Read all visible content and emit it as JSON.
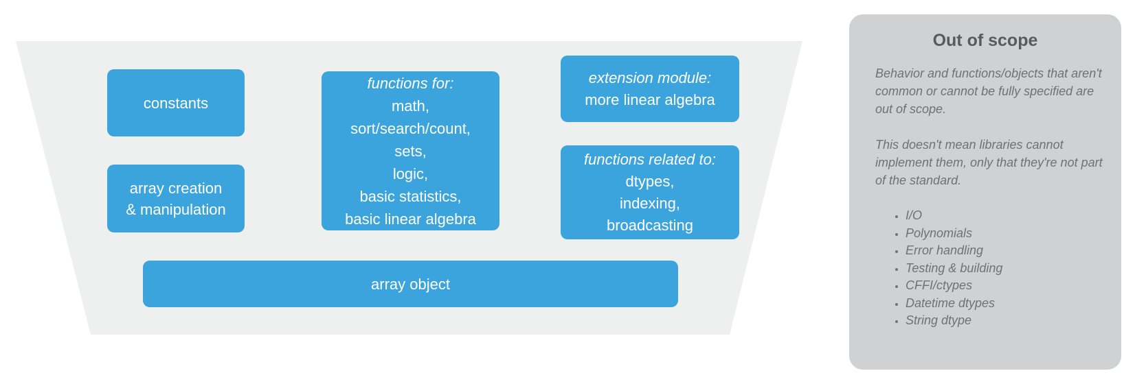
{
  "funnel": {
    "boxes": {
      "constants": {
        "label": "constants"
      },
      "array_creation": {
        "line1": "array creation",
        "line2": "& manipulation"
      },
      "functions_for": {
        "header": "functions for:",
        "items": [
          "math,",
          "sort/search/count,",
          "sets,",
          "logic,",
          "basic statistics,",
          "basic linear algebra"
        ]
      },
      "extension_module": {
        "header": "extension module:",
        "line": "more linear algebra"
      },
      "functions_related": {
        "header": "functions related to:",
        "items": [
          "dtypes,",
          "indexing,",
          "broadcasting"
        ]
      },
      "array_object": {
        "label": "array object"
      }
    }
  },
  "out_of_scope": {
    "title": "Out of scope",
    "paragraphs": [
      "Behavior and functions/objects that aren't common or cannot be fully specified are out of scope.",
      "This doesn't mean libraries cannot implement them, only that they're not part of the standard."
    ],
    "bullets": [
      "I/O",
      "Polynomials",
      "Error handling",
      "Testing & building",
      "CFFI/ctypes",
      "Datetime dtypes",
      "String dtype"
    ]
  },
  "colors": {
    "box_blue": "#3BA4DC",
    "funnel_gray": "#EEF0F0",
    "panel_gray": "#D0D1D2",
    "title_gray": "#5A5A5A",
    "body_gray": "#717171",
    "box_text": "#FFFFFF"
  }
}
